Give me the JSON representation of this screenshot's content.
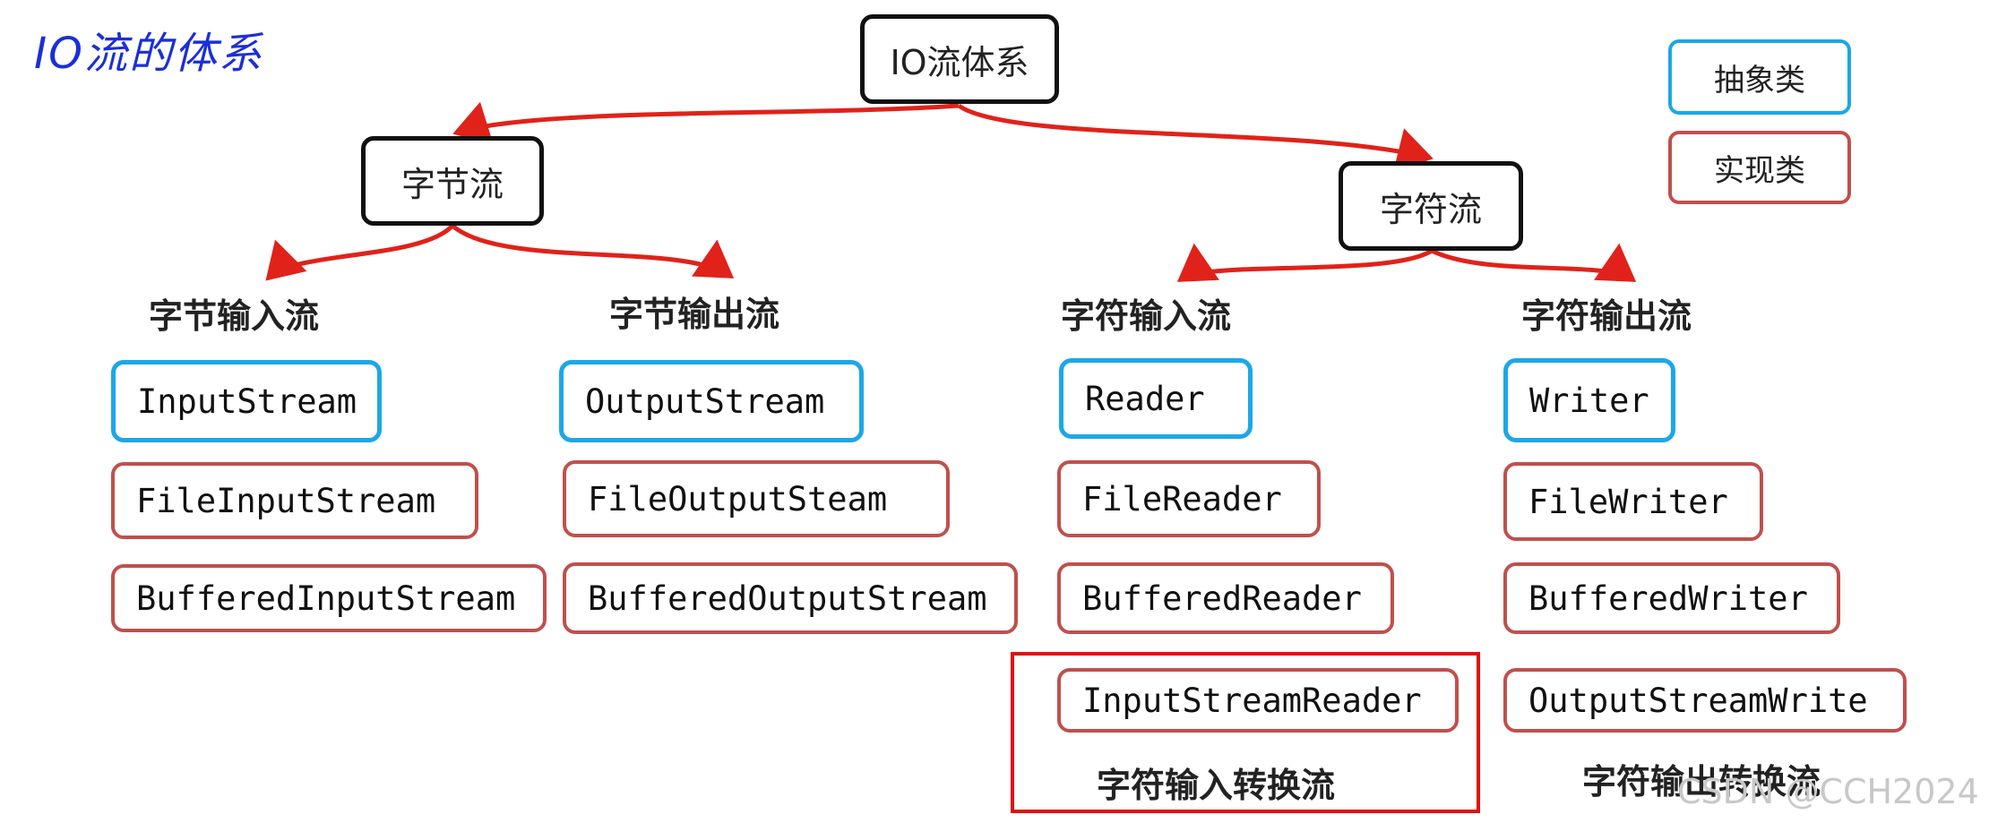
{
  "header_title": "IO流的体系",
  "root": {
    "label": "IO流体系"
  },
  "legend": {
    "abstract": "抽象类",
    "impl": "实现类"
  },
  "branches": {
    "byte": {
      "label": "字节流"
    },
    "char": {
      "label": "字符流"
    }
  },
  "columns": [
    {
      "heading": "字节输入流",
      "classes": [
        "InputStream",
        "FileInputStream",
        "BufferedInputStream"
      ]
    },
    {
      "heading": "字节输出流",
      "classes": [
        "OutputStream",
        "FileOutputSteam",
        "BufferedOutputStream"
      ]
    },
    {
      "heading": "字符输入流",
      "classes": [
        "Reader",
        "FileReader",
        "BufferedReader",
        "InputStreamReader"
      ],
      "conversion_label": "字符输入转换流"
    },
    {
      "heading": "字符输出流",
      "classes": [
        "Writer",
        "FileWriter",
        "BufferedWriter",
        "OutputStreamWrite"
      ],
      "conversion_label": "字符输出转换流"
    }
  ],
  "watermark": "CSDN @CCH2024",
  "colors": {
    "abstract_border": "#1da7e6",
    "impl_border": "#c0504d",
    "edge": "#e0221a",
    "highlight": "#e01010",
    "title": "#1b2fd6"
  }
}
